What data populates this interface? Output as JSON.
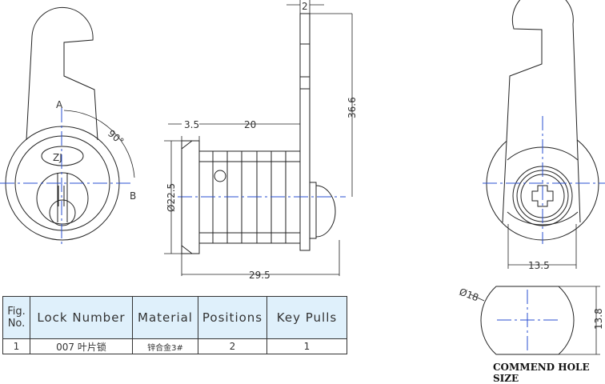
{
  "front_view": {
    "logo": "ZJ",
    "label_a": "A",
    "label_b": "B",
    "angle": "90°"
  },
  "side_view": {
    "dim_plate": "2",
    "dim_cam_height": "36.6",
    "dim_flange": "3.5",
    "dim_body": "20",
    "dim_diameter": "Ø22.5",
    "dim_total": "29.5"
  },
  "rear_view": {
    "dim_width": "13.5"
  },
  "hole": {
    "dim_diameter": "Ø18",
    "dim_height": "13.8",
    "caption": "COMMEND HOLE SIZE"
  },
  "table": {
    "headers": [
      "Fig. No.",
      "Lock Number",
      "Material",
      "Positions",
      "Key Pulls"
    ],
    "row": {
      "fig": "1",
      "lock_number": "007 叶片锁",
      "material": "锌合金3#",
      "positions": "2",
      "key_pulls": "1"
    }
  },
  "colors": {
    "line": "#222222",
    "centerline": "#2a4fd0",
    "header_bg": "#dff0fb"
  }
}
